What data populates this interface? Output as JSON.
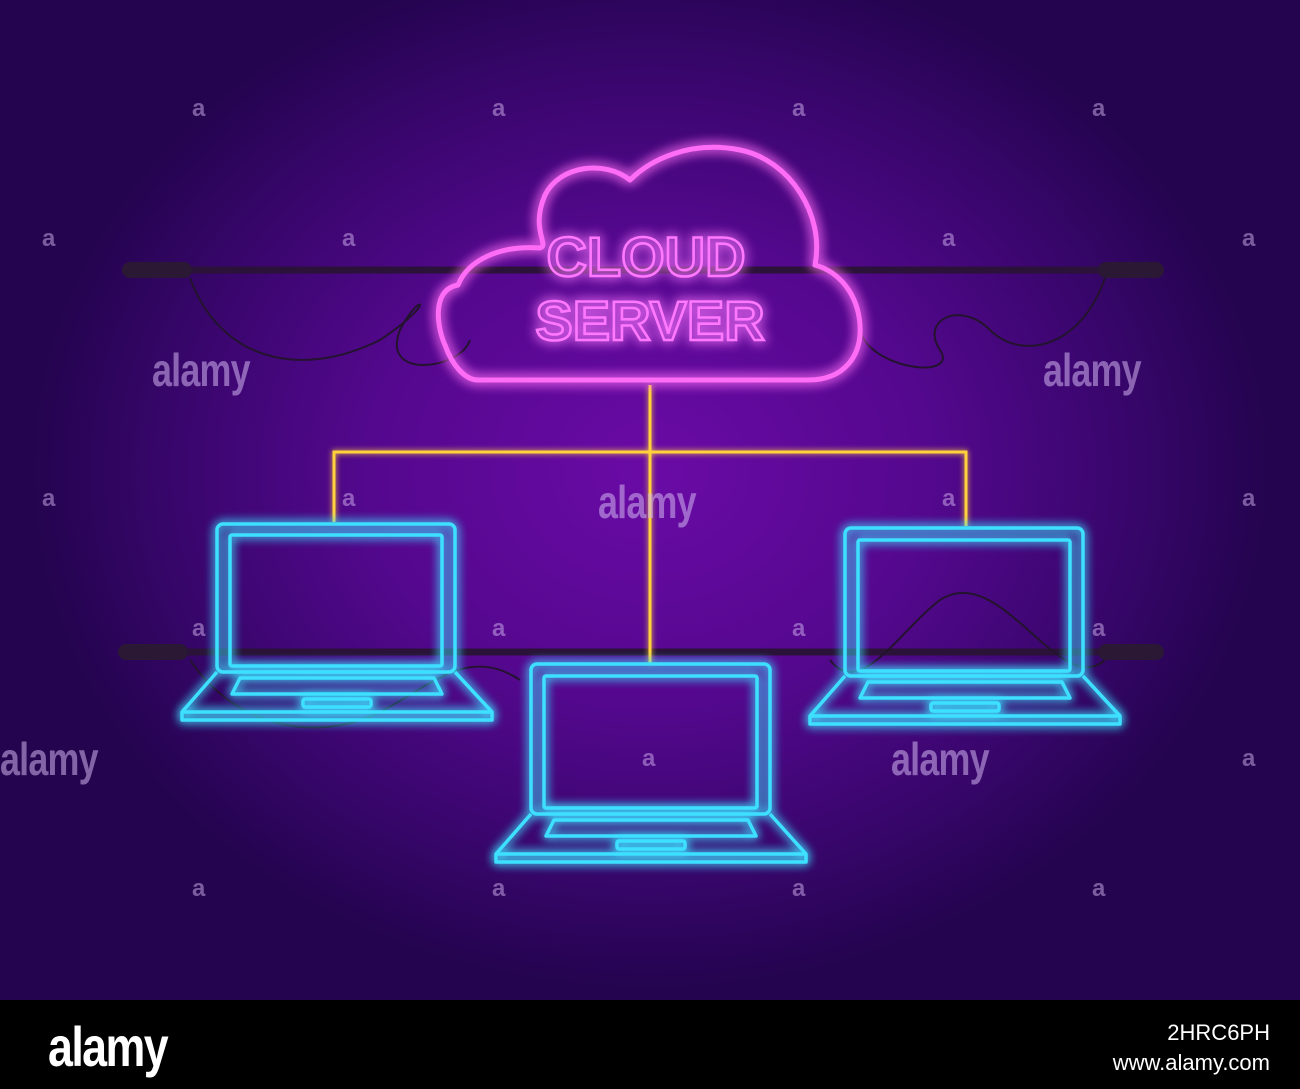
{
  "diagram": {
    "title_line1": "CLOUD",
    "title_line2": "SERVER",
    "colors": {
      "cloud": "#ff6cf5",
      "connector": "#ffd23a",
      "laptop": "#3ee0ff",
      "background": "#5a0a96"
    },
    "nodes": [
      {
        "name": "laptop-left",
        "icon": "laptop-icon"
      },
      {
        "name": "laptop-center",
        "icon": "laptop-icon"
      },
      {
        "name": "laptop-right",
        "icon": "laptop-icon"
      }
    ]
  },
  "watermark": {
    "text": "alamy",
    "small": "a"
  },
  "footer": {
    "logo": "alamy",
    "image_id": "2HRC6PH",
    "url": "www.alamy.com"
  }
}
